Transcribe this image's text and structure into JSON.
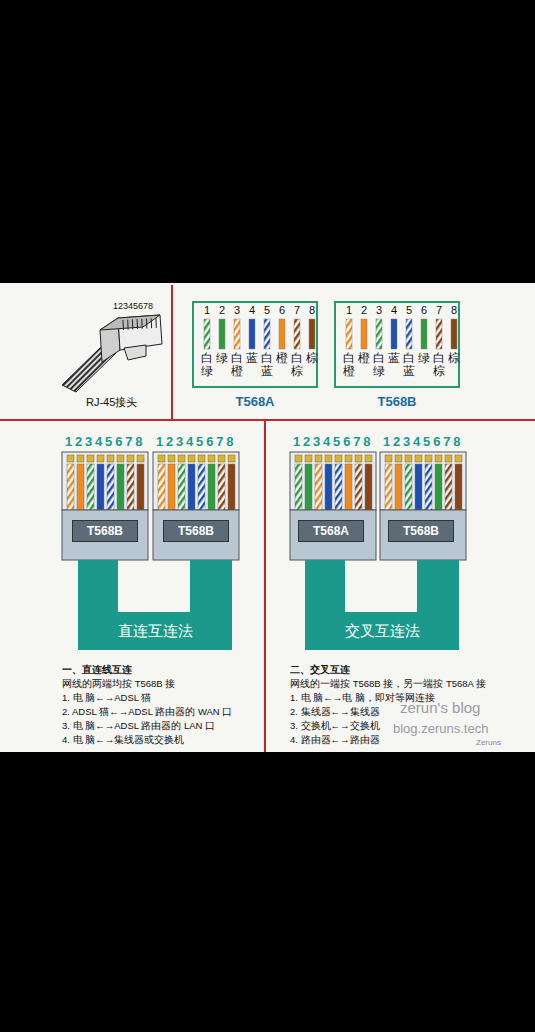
{
  "diagram": {
    "nodes": [
      {
        "text": [
          "T568A"
        ]
      },
      {
        "text": [
          "T568B"
        ]
      },
      {
        "text": [
          "T568B"
        ]
      },
      {
        "text": [
          "T568B"
        ]
      },
      {
        "text": [
          "直连互连法"
        ]
      },
      {
        "text": [
          "T568A"
        ]
      },
      {
        "text": [
          "T568B"
        ]
      },
      {
        "text": [
          "交叉互连法"
        ]
      }
    ],
    "labels": [
      "12345678",
      "RJ-45接头",
      "1",
      "2",
      "3",
      "4",
      "5",
      "6",
      "7",
      "8",
      "白绿",
      "绿",
      "白橙",
      "蓝",
      "白蓝",
      "橙",
      "白棕",
      "棕",
      "1",
      "2",
      "3",
      "4",
      "5",
      "6",
      "7",
      "8",
      "白橙",
      "橙",
      "白绿",
      "蓝",
      "白蓝",
      "绿",
      "白棕",
      "棕",
      "12345678",
      "12345678",
      "12345678",
      "12345678",
      "一、直连线互连",
      "网线的两端均按 T568B 接",
      "1. 电 脑←→ADSL 猫",
      "2. ADSL 猫←→ADSL 路由器的 WAN 口",
      "3. 电 脑←→ADSL 路由器的 LAN 口",
      "4. 电 脑←→集线器或交换机",
      "二、交叉互连",
      "网线的一端按 T568B 接，另一端按 T568A 接",
      "1. 电 脑←→电 脑，即对等网连接",
      "2. 集线器←→集线器",
      "3. 交换机←→交换机",
      "4. 路由器←→路由器",
      "zerun's blog",
      "blog.zeruns.tech",
      "Zeruns"
    ]
  }
}
